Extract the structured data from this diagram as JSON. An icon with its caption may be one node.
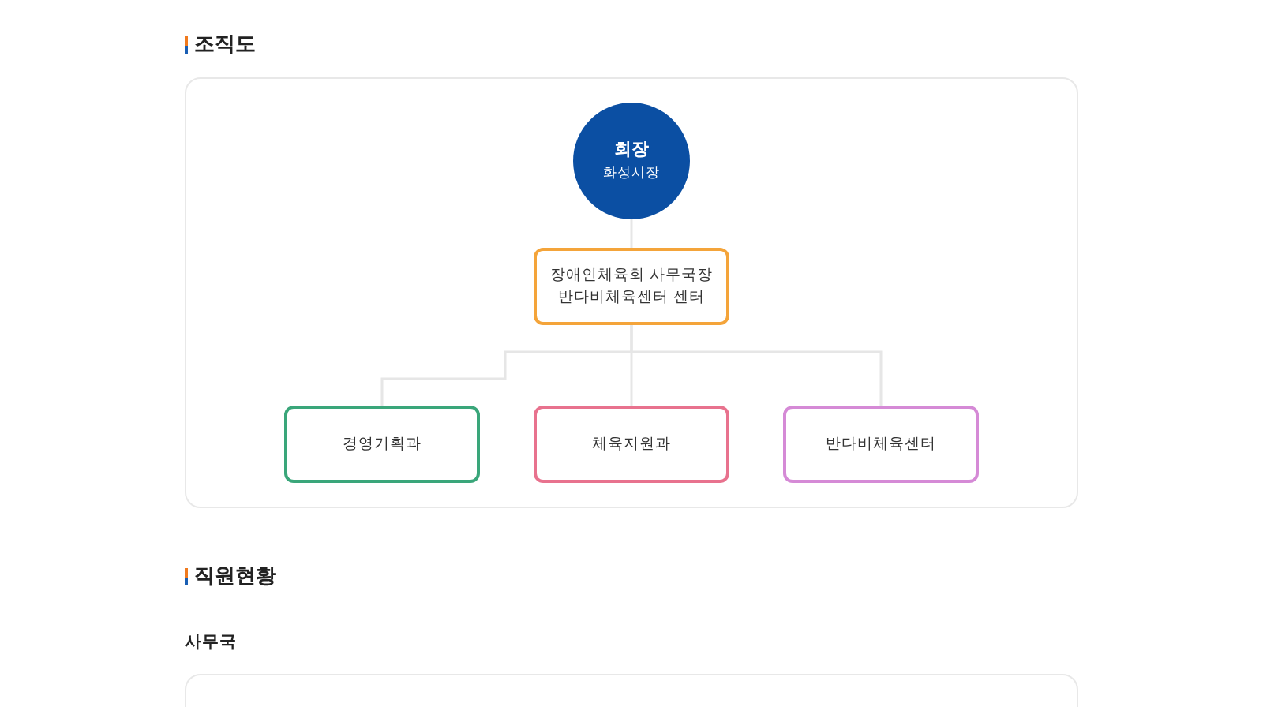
{
  "diagram": {
    "title": "조직도",
    "nodes": [
      {
        "text": [
          "회장",
          "화성시장"
        ]
      },
      {
        "text": [
          "장애인체육회 사무국장",
          "반다비체육센터 센터"
        ]
      },
      {
        "text": [
          "경영기획과"
        ]
      },
      {
        "text": [
          "체육지원과"
        ]
      },
      {
        "text": [
          "반다비체육센터"
        ]
      }
    ],
    "edges": [
      {
        "from": 0,
        "to": 1,
        "arrow": "none"
      },
      {
        "from": 1,
        "to": 2,
        "arrow": "none"
      },
      {
        "from": 1,
        "to": 3,
        "arrow": "none"
      },
      {
        "from": 1,
        "to": 4,
        "arrow": "none"
      }
    ],
    "labels": [
      "직원현황",
      "사무국"
    ]
  }
}
